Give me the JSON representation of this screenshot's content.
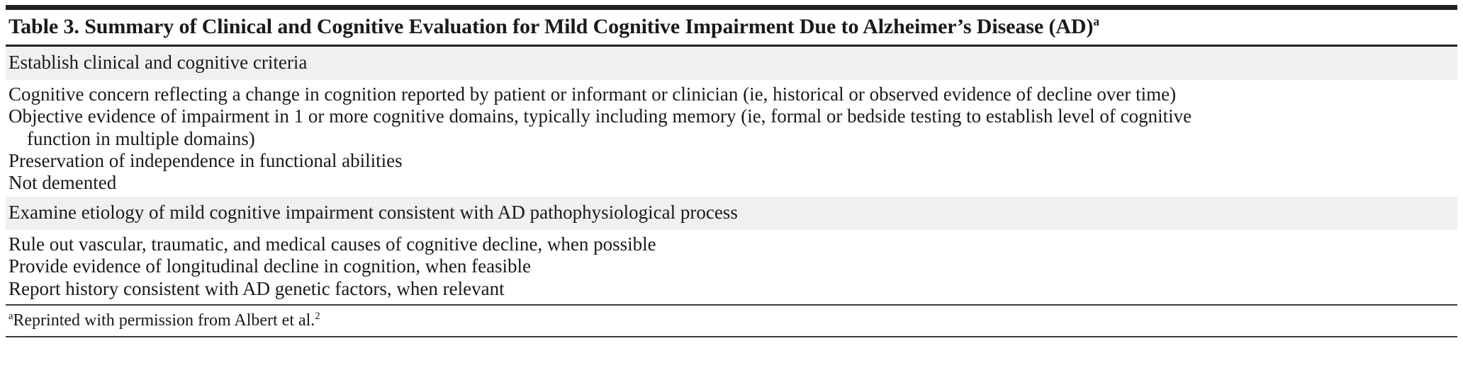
{
  "table": {
    "title_prefix": "Table 3. Summary of Clinical and Cognitive Evaluation for Mild Cognitive Impairment Due to Alzheimer’s Disease (AD)",
    "title_superscript": "a",
    "sections": [
      {
        "header": "Establish clinical and cognitive criteria",
        "rows": [
          {
            "text": "Cognitive concern reflecting a change in cognition reported by patient or informant or clinician (ie, historical or observed evidence of decline over time)",
            "continuation": ""
          },
          {
            "text": "Objective evidence of impairment in 1 or more cognitive domains, typically including memory (ie, formal or bedside testing to establish level of cognitive",
            "continuation": "function in multiple domains)"
          },
          {
            "text": "Preservation of independence in functional abilities",
            "continuation": ""
          },
          {
            "text": "Not demented",
            "continuation": ""
          }
        ]
      },
      {
        "header": "Examine etiology of mild cognitive impairment consistent with AD pathophysiological process",
        "rows": [
          {
            "text": "Rule out vascular, traumatic, and medical causes of cognitive decline, when possible",
            "continuation": ""
          },
          {
            "text": "Provide evidence of longitudinal decline in cognition, when feasible",
            "continuation": ""
          },
          {
            "text": "Report history consistent with AD genetic factors, when relevant",
            "continuation": ""
          }
        ]
      }
    ],
    "footnote": {
      "marker": "a",
      "text_before_ref": "Reprinted with permission from Albert et al.",
      "reference_superscript": "2"
    },
    "colors": {
      "rule_dark": "#231f20",
      "rule_thin": "#3a3a3a",
      "section_shading": "#f0f0f0",
      "text": "#1a1a1a",
      "background": "#ffffff"
    }
  }
}
